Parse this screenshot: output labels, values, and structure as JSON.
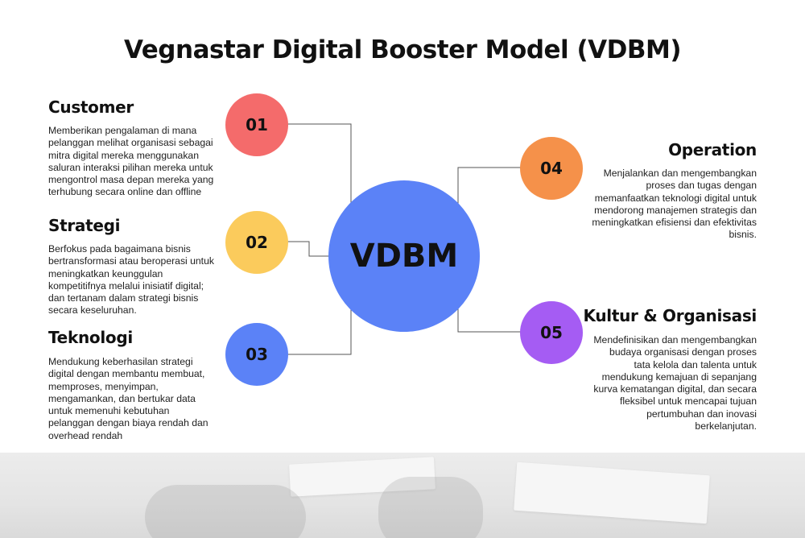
{
  "title": "Vegnastar Digital Booster Model (VDBM)",
  "center": {
    "label": "VDBM",
    "color": "#5b82f7"
  },
  "items": [
    {
      "number": "01",
      "heading": "Customer",
      "color": "#f46b6b",
      "description": "Memberikan pengalaman di mana pelanggan melihat organisasi sebagai mitra digital mereka menggunakan saluran interaksi pilihan mereka untuk mengontrol masa depan mereka yang terhubung secara online dan offline"
    },
    {
      "number": "02",
      "heading": "Strategi",
      "color": "#fbcb5c",
      "description": "Berfokus pada bagaimana bisnis bertransformasi atau beroperasi untuk meningkatkan keunggulan kompetitifnya melalui inisiatif digital; dan tertanam dalam strategi bisnis secara keseluruhan."
    },
    {
      "number": "03",
      "heading": "Teknologi",
      "color": "#5b82f7",
      "description": "Mendukung keberhasilan strategi digital dengan membantu membuat, memproses, menyimpan, mengamankan, dan bertukar data untuk memenuhi kebutuhan pelanggan dengan biaya rendah dan overhead rendah"
    },
    {
      "number": "04",
      "heading": "Operation",
      "color": "#f5914a",
      "description": "Menjalankan dan mengembangkan proses dan tugas dengan memanfaatkan teknologi digital untuk mendorong manajemen strategis dan meningkatkan efisiensi dan efektivitas bisnis."
    },
    {
      "number": "05",
      "heading": "Kultur & Organisasi",
      "color": "#a55cf3",
      "description": "Mendefinisikan dan mengembangkan budaya organisasi dengan proses tata kelola dan talenta untuk mendukung kemajuan di sepanjang kurva kematangan digital, dan secara fleksibel untuk mencapai tujuan pertumbuhan dan inovasi berkelanjutan."
    }
  ]
}
